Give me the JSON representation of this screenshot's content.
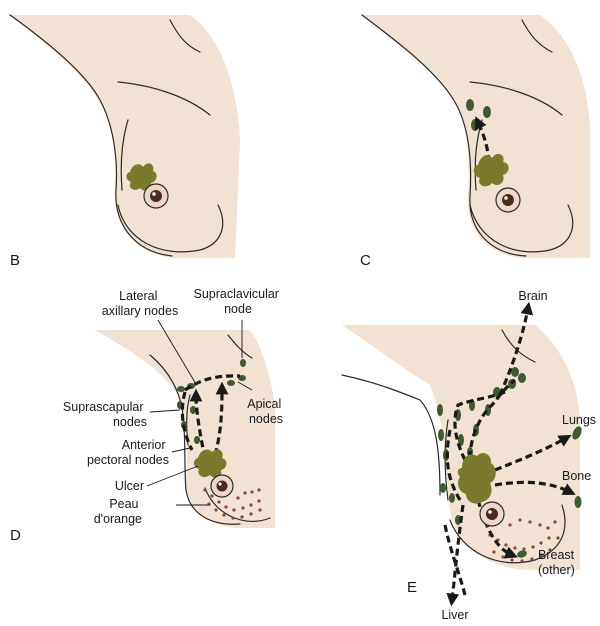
{
  "panels": {
    "b": {
      "letter": "B"
    },
    "c": {
      "letter": "C"
    },
    "d": {
      "letter": "D",
      "labels": {
        "lateral_axillary": [
          "Lateral",
          "axillary nodes"
        ],
        "supraclavicular": [
          "Supraclavicular",
          "node"
        ],
        "suprascapular": [
          "Suprascapular",
          "nodes"
        ],
        "apical": [
          "Apical",
          "nodes"
        ],
        "anterior_pectoral": [
          "Anterior",
          "pectoral nodes"
        ],
        "ulcer": "Ulcer",
        "peau": [
          "Peau",
          "d'orange"
        ]
      }
    },
    "e": {
      "letter": "E",
      "labels": {
        "brain": "Brain",
        "lungs": "Lungs",
        "bone": "Bone",
        "breast_other": [
          "Breast",
          "(other)"
        ],
        "liver": "Liver"
      }
    }
  },
  "colors": {
    "skin": "#f1e2d3",
    "outline": "#2a2a2a",
    "tumor": "#7a7a2c",
    "node": "#3f5a2e",
    "arrow": "#1a1a1a",
    "peau_dots": "#8a4a3a"
  }
}
